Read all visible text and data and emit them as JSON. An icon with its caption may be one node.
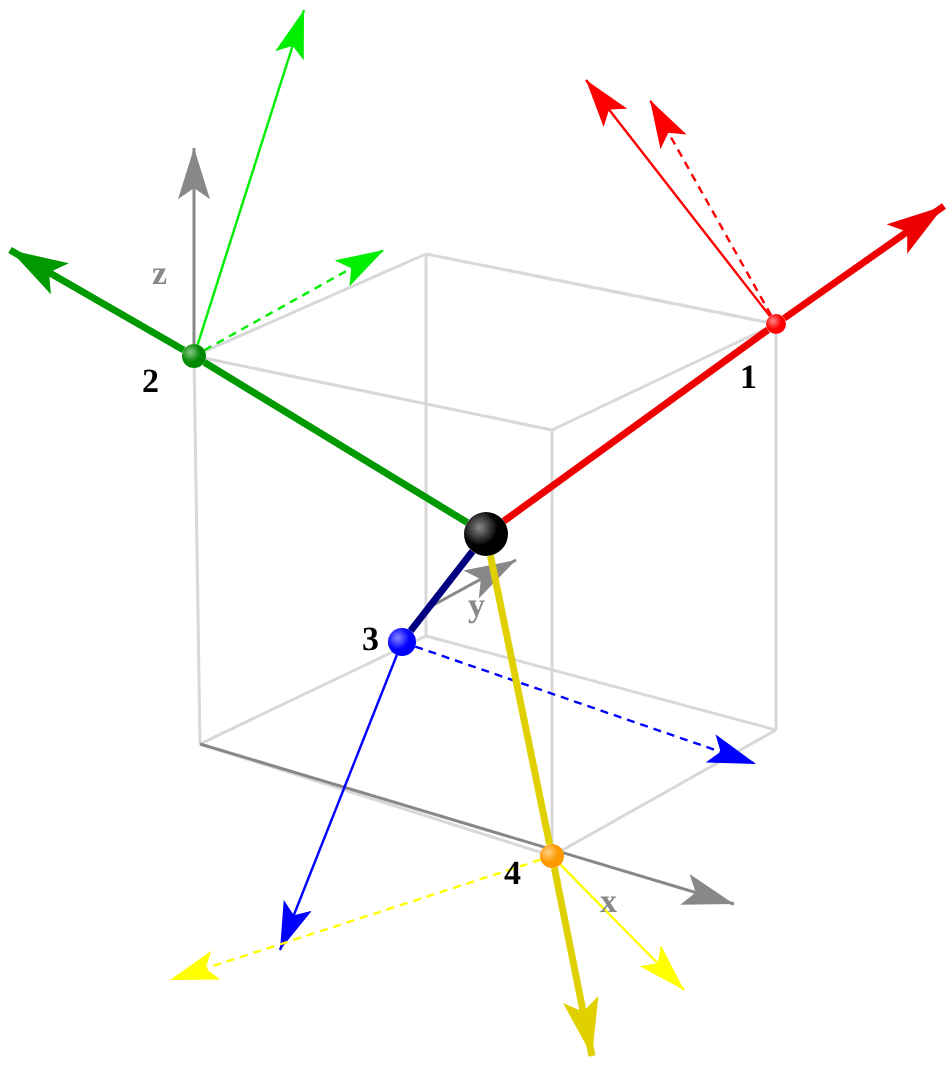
{
  "diagram": {
    "nodes": [
      {
        "text": [],
        "shape": "circle",
        "beside": [
          "1"
        ]
      },
      {
        "text": [],
        "shape": "circle",
        "beside": [
          "2"
        ]
      },
      {
        "text": [],
        "shape": "circle",
        "beside": [
          "3"
        ]
      },
      {
        "text": [],
        "shape": "circle",
        "beside": [
          "4"
        ]
      },
      {
        "text": [],
        "shape": "circle"
      }
    ],
    "edges": [
      {
        "from": 4,
        "to": 0,
        "arrow": "none",
        "style": "thick",
        "color": "#ee0000"
      },
      {
        "from": 0,
        "to": null,
        "arrow": "to",
        "style": "thick",
        "color": "#ee0000"
      },
      {
        "from": 0,
        "to": null,
        "arrow": "to",
        "color": "#ff0000"
      },
      {
        "from": 0,
        "to": null,
        "arrow": "to",
        "style": "dashed",
        "color": "#ff0000"
      },
      {
        "from": 4,
        "to": 1,
        "arrow": "none",
        "style": "thick",
        "color": "#009900"
      },
      {
        "from": 1,
        "to": null,
        "arrow": "to",
        "style": "thick",
        "color": "#009900"
      },
      {
        "from": 1,
        "to": null,
        "arrow": "to",
        "color": "#00ee00"
      },
      {
        "from": 1,
        "to": null,
        "arrow": "to",
        "style": "dashed",
        "color": "#00ee00"
      },
      {
        "from": 4,
        "to": 2,
        "arrow": "none",
        "style": "thick",
        "color": "#000080"
      },
      {
        "from": 2,
        "to": null,
        "arrow": "to",
        "color": "#0000ff"
      },
      {
        "from": 2,
        "to": null,
        "arrow": "to",
        "style": "dashed",
        "color": "#0000ff"
      },
      {
        "from": 4,
        "to": 3,
        "arrow": "none",
        "style": "thick",
        "color": "#e0d000"
      },
      {
        "from": 3,
        "to": null,
        "arrow": "to",
        "style": "thick",
        "color": "#e0d000"
      },
      {
        "from": 3,
        "to": null,
        "arrow": "to",
        "style": "dashed",
        "color": "#ffff00"
      },
      {
        "from": 3,
        "to": null,
        "arrow": "to",
        "color": "#ffff00"
      }
    ],
    "labels": [
      "z",
      "y",
      "x"
    ]
  }
}
